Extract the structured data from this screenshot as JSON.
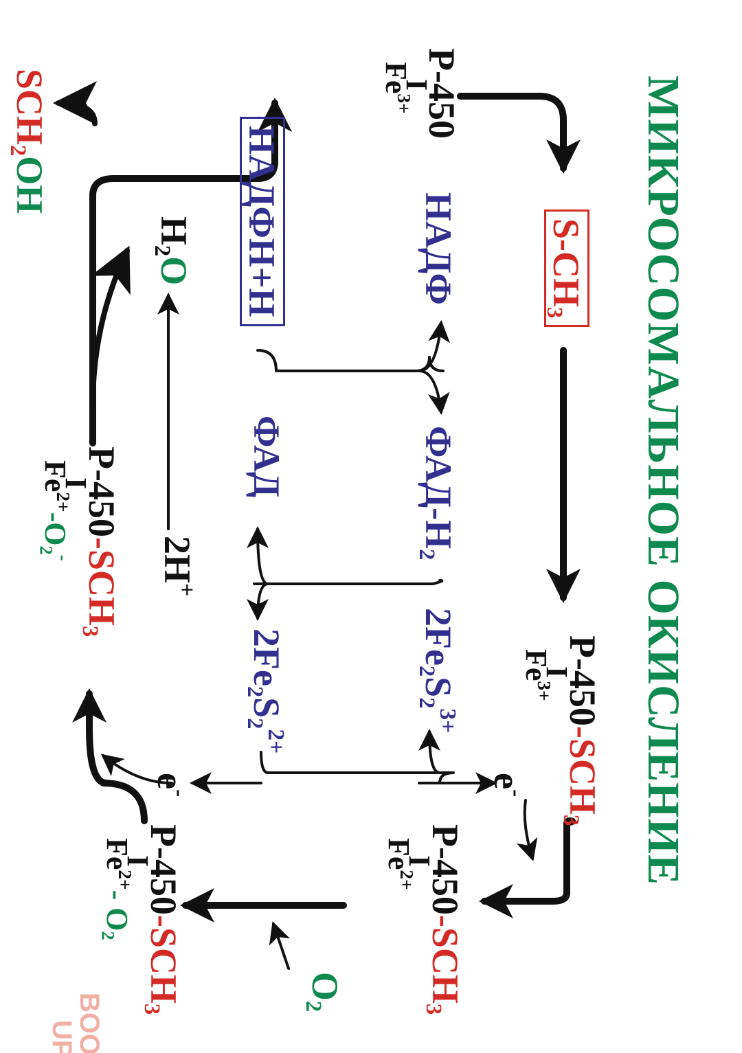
{
  "title": "МИКРОСОМАЛЬНОЕ ОКИСЛЕНИЕ",
  "colors": {
    "black": "#111111",
    "red": "#d42a25",
    "green": "#0f8a4f",
    "blue": "#322f8f",
    "logo": "#f2b0a4"
  },
  "logo": {
    "line1": "BOOK",
    "line2": "UP"
  },
  "p450": "P-450",
  "iron": {
    "fe": "Fe",
    "charge3": "3+",
    "charge2": "2+",
    "bond": "I"
  },
  "sch3": {
    "prefix": "-SCH",
    "sub": "3"
  },
  "substrate": {
    "text": "S-CH",
    "sub": "3"
  },
  "product": {
    "a": "SCH",
    "sub": "2",
    "b": "OH"
  },
  "oxygen": {
    "o": "O",
    "sub": "2",
    "superoxide_dash": "-",
    "dot": "•",
    "minus": "-"
  },
  "water": {
    "h": "H",
    "sub": "2",
    "o": "O"
  },
  "protons": {
    "text": "2H",
    "sup": "+"
  },
  "electron": {
    "e": "e",
    "bar": "-"
  },
  "cofactors": {
    "nadph": "НАДФН+Н",
    "nadp": "НАДФ",
    "fad": "ФАД",
    "fadh2": {
      "text": "ФАД-Н",
      "sub": "2"
    },
    "fes_ox": {
      "a": "2Fe",
      "s1": "2",
      "b": "S",
      "s2": "2",
      "charge": "3+"
    },
    "fes_red": {
      "a": "2Fe",
      "s1": "2",
      "b": "S",
      "s2": "2",
      "charge": "2+"
    }
  }
}
